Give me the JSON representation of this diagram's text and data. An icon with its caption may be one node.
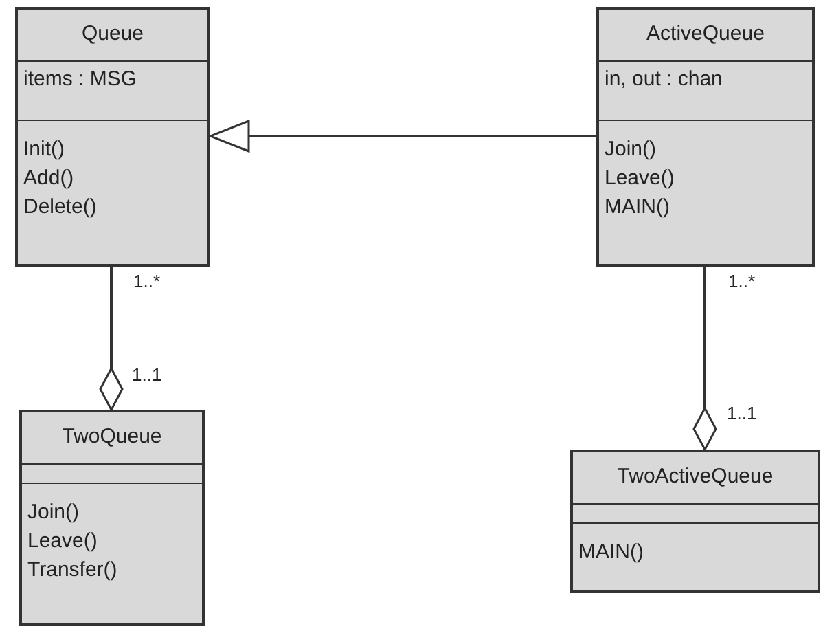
{
  "diagram": {
    "nodes": [
      {
        "text": [
          "Queue",
          "items : MSG",
          "Init()",
          "Add()",
          "Delete()"
        ]
      },
      {
        "text": [
          "ActiveQueue",
          "in, out : chan",
          "Join()",
          "Leave()",
          "MAIN()"
        ]
      },
      {
        "text": [
          "TwoQueue",
          "Join()",
          "Leave()",
          "Transfer()"
        ]
      },
      {
        "text": [
          "TwoActiveQueue",
          "MAIN()"
        ]
      }
    ],
    "edges": [
      {
        "from": 1,
        "to": 0,
        "arrow": "to"
      },
      {
        "from": 0,
        "to": 2,
        "arrow": "other"
      },
      {
        "from": 1,
        "to": 3,
        "arrow": "other"
      }
    ],
    "labels": [
      "1..*",
      "1..1",
      "1..*",
      "1..1"
    ]
  }
}
